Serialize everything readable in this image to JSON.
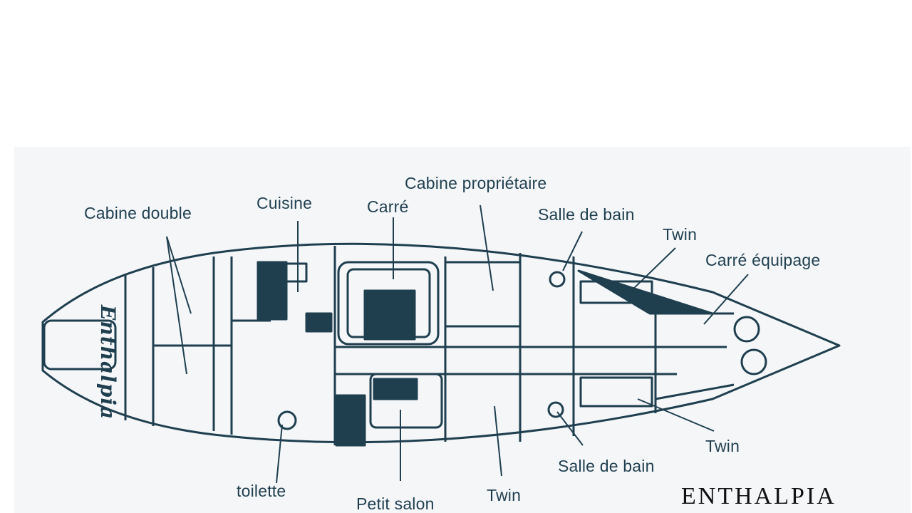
{
  "colors": {
    "ink": "#1f3f4f",
    "panel": "#f4f6f8",
    "brand": "#111111"
  },
  "labels": {
    "cabine_double": "Cabine double",
    "cuisine": "Cuisine",
    "carre": "Carré",
    "cabine_proprietaire": "Cabine propriétaire",
    "salle_de_bain_top": "Salle de bain",
    "twin_top": "Twin",
    "carre_equipage": "Carré équipage",
    "toilette": "toilette",
    "petit_salon": "Petit salon",
    "twin_bottom": "Twin",
    "salle_de_bain_bottom": "Salle de bain",
    "twin_right": "Twin"
  },
  "hull_name": "Enthalpia",
  "brand": "ENTHALPIA"
}
